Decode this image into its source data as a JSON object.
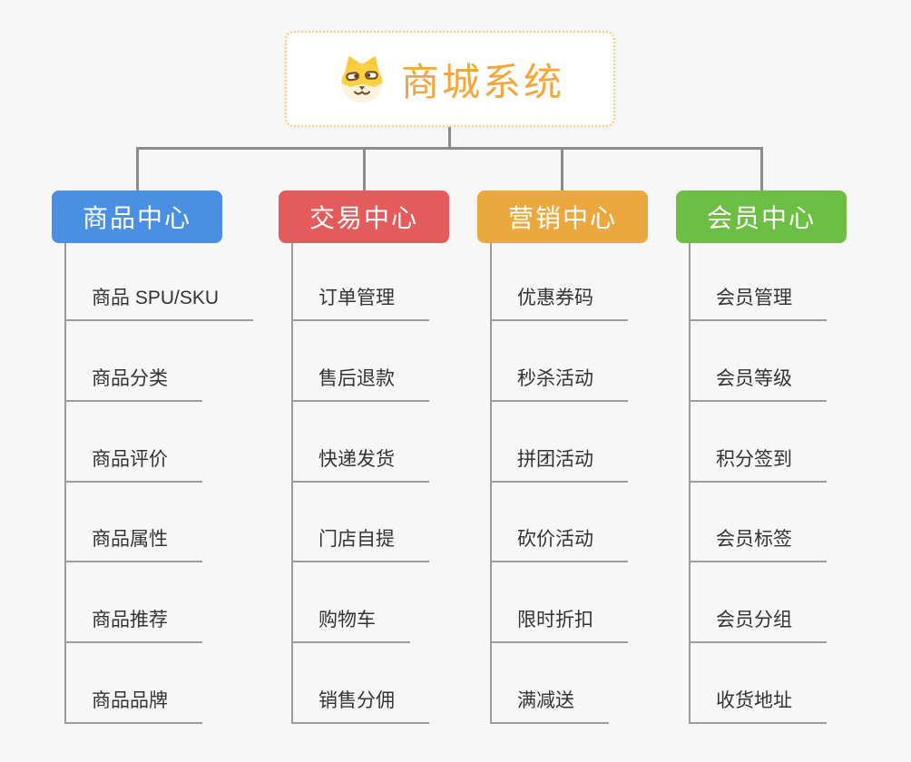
{
  "root": {
    "title": "商城系统",
    "accent_color": "#F5A53B",
    "border_color": "#F7C87A",
    "icon": "dog-icon"
  },
  "branches": [
    {
      "label": "商品中心",
      "color": "#4A90E2",
      "items": [
        "商品 SPU/SKU",
        "商品分类",
        "商品评价",
        "商品属性",
        "商品推荐",
        "商品品牌"
      ]
    },
    {
      "label": "交易中心",
      "color": "#E35C5B",
      "items": [
        "订单管理",
        "售后退款",
        "快递发货",
        "门店自提",
        "购物车",
        "销售分佣"
      ]
    },
    {
      "label": "营销中心",
      "color": "#EBA83E",
      "items": [
        "优惠券码",
        "秒杀活动",
        "拼团活动",
        "砍价活动",
        "限时折扣",
        "满减送"
      ]
    },
    {
      "label": "会员中心",
      "color": "#6DBE44",
      "items": [
        "会员管理",
        "会员等级",
        "积分签到",
        "会员标签",
        "会员分组",
        "收货地址"
      ]
    }
  ],
  "connector_color": "#8C8C8C"
}
